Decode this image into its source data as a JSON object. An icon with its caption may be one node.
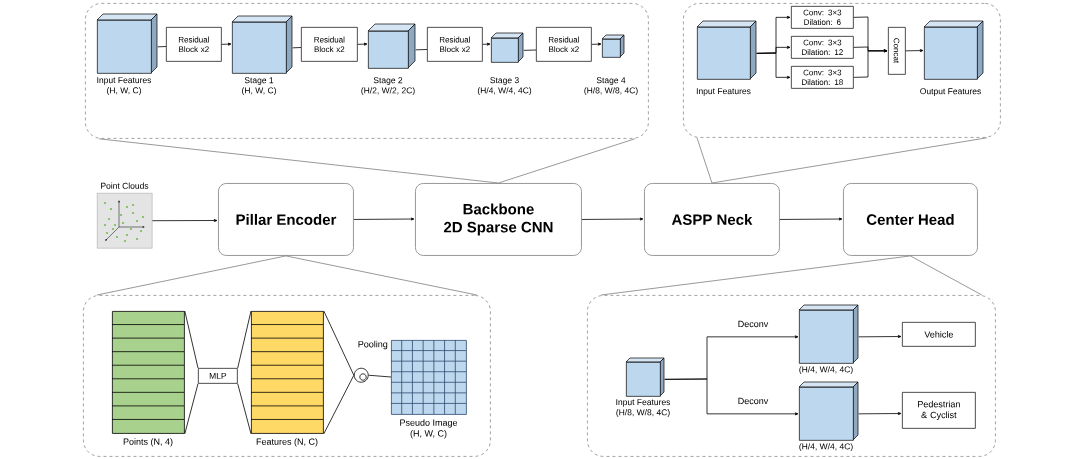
{
  "diagram": {
    "nodes": [
      {
        "text": [],
        "shape": "box"
      },
      {
        "text": [
          "Input Features",
          "(H, W, C)"
        ],
        "in": 0
      },
      {
        "text": [
          "Residual Block x2"
        ],
        "in": 0
      },
      {
        "text": [
          "Stage 1",
          "(H, W, C)"
        ],
        "in": 0
      },
      {
        "text": [
          "Residual Block x2"
        ],
        "in": 0
      },
      {
        "text": [
          "Stage 2",
          "(H/2, W/2, 2C)"
        ],
        "in": 0
      },
      {
        "text": [
          "Residual Block x2"
        ],
        "in": 0
      },
      {
        "text": [
          "Stage 3",
          "(H/4, W/4, 4C)"
        ],
        "in": 0
      },
      {
        "text": [
          "Residual Block x2"
        ],
        "in": 0
      },
      {
        "text": [
          "Stage 4",
          "(H/8, W/8, 4C)"
        ],
        "in": 0
      },
      {
        "text": [],
        "shape": "box"
      },
      {
        "text": [
          "Input Features"
        ],
        "in": 10
      },
      {
        "text": [
          "Conv: 3×3 Dilation: 6"
        ],
        "in": 10
      },
      {
        "text": [
          "Conv: 3×3 Dilation: 12"
        ],
        "in": 10
      },
      {
        "text": [
          "Conv: 3×3 Dilation: 18"
        ],
        "in": 10
      },
      {
        "text": [
          "Concat"
        ],
        "in": 10
      },
      {
        "text": [
          "Output Features"
        ],
        "in": 10
      },
      {
        "text": [
          "Point Clouds"
        ]
      },
      {
        "text": [
          "Pillar Encoder"
        ]
      },
      {
        "text": [
          "Backbone",
          "2D Sparse CNN"
        ]
      },
      {
        "text": [
          "ASPP Neck"
        ]
      },
      {
        "text": [
          "Center Head"
        ]
      },
      {
        "text": [],
        "shape": "box"
      },
      {
        "text": [
          "Points (N, 4)"
        ],
        "in": 22
      },
      {
        "text": [
          "MLP"
        ],
        "in": 22
      },
      {
        "text": [
          "Features (N, C)"
        ],
        "in": 22
      },
      {
        "text": [],
        "shape": "circle",
        "in": 22
      },
      {
        "text": [
          "Pseudo Image",
          "(H, W, C)"
        ],
        "in": 22
      },
      {
        "text": [],
        "shape": "box"
      },
      {
        "text": [
          "Input Features",
          "(H/8, W/8, 4C)"
        ],
        "in": 28
      },
      {
        "text": [
          "(H/4, W/4, 4C)"
        ],
        "in": 28
      },
      {
        "text": [
          "(H/4, W/4, 4C)"
        ],
        "in": 28
      },
      {
        "text": [
          "Vehicle"
        ],
        "in": 28
      },
      {
        "text": [
          "Pedestrian & Cyclist"
        ],
        "in": 28
      }
    ],
    "edges": [
      {
        "from": 1,
        "to": 2,
        "arrow": "none"
      },
      {
        "from": 2,
        "to": 3,
        "arrow": "to"
      },
      {
        "from": 3,
        "to": 4,
        "arrow": "none"
      },
      {
        "from": 4,
        "to": 5,
        "arrow": "to"
      },
      {
        "from": 5,
        "to": 6,
        "arrow": "none"
      },
      {
        "from": 6,
        "to": 7,
        "arrow": "to"
      },
      {
        "from": 7,
        "to": 8,
        "arrow": "none"
      },
      {
        "from": 8,
        "to": 9,
        "arrow": "to"
      },
      {
        "from": 11,
        "to": 12,
        "arrow": "to"
      },
      {
        "from": 11,
        "to": 13,
        "arrow": "to"
      },
      {
        "from": 11,
        "to": 14,
        "arrow": "to"
      },
      {
        "from": 12,
        "to": 15,
        "arrow": "to"
      },
      {
        "from": 13,
        "to": 15,
        "arrow": "to"
      },
      {
        "from": 14,
        "to": 15,
        "arrow": "to"
      },
      {
        "from": 15,
        "to": 16,
        "arrow": "to"
      },
      {
        "from": 17,
        "to": 18,
        "arrow": "to"
      },
      {
        "from": 18,
        "to": 19,
        "arrow": "to"
      },
      {
        "from": 19,
        "to": 20,
        "arrow": "to"
      },
      {
        "from": 20,
        "to": 21,
        "arrow": "to"
      },
      {
        "from": 0,
        "to": 19,
        "arrow": "none",
        "color": "#7f7f7f"
      },
      {
        "from": 0,
        "to": 19,
        "arrow": "none",
        "color": "#7f7f7f"
      },
      {
        "from": 10,
        "to": 20,
        "arrow": "none",
        "color": "#7f7f7f"
      },
      {
        "from": 10,
        "to": 20,
        "arrow": "none",
        "color": "#7f7f7f"
      },
      {
        "from": 22,
        "to": 18,
        "arrow": "none",
        "color": "#7f7f7f"
      },
      {
        "from": 22,
        "to": 18,
        "arrow": "none",
        "color": "#7f7f7f"
      },
      {
        "from": 28,
        "to": 21,
        "arrow": "none",
        "color": "#7f7f7f"
      },
      {
        "from": 28,
        "to": 21,
        "arrow": "none",
        "color": "#7f7f7f"
      },
      {
        "from": 23,
        "to": 24,
        "arrow": "none"
      },
      {
        "from": 23,
        "to": 24,
        "arrow": "none"
      },
      {
        "from": 24,
        "to": 25,
        "arrow": "none"
      },
      {
        "from": 24,
        "to": 25,
        "arrow": "none"
      },
      {
        "from": 25,
        "to": 26,
        "arrow": "none"
      },
      {
        "from": 25,
        "to": 26,
        "arrow": "none"
      },
      {
        "from": 26,
        "to": 27,
        "arrow": "none"
      },
      {
        "from": 29,
        "to": 30,
        "arrow": "to",
        "label": "Deconv"
      },
      {
        "from": 29,
        "to": 31,
        "arrow": "to",
        "label": "Deconv"
      },
      {
        "from": 30,
        "to": 32,
        "arrow": "to"
      },
      {
        "from": 31,
        "to": 33,
        "arrow": "to"
      }
    ],
    "labels": [
      "Pooling"
    ]
  }
}
